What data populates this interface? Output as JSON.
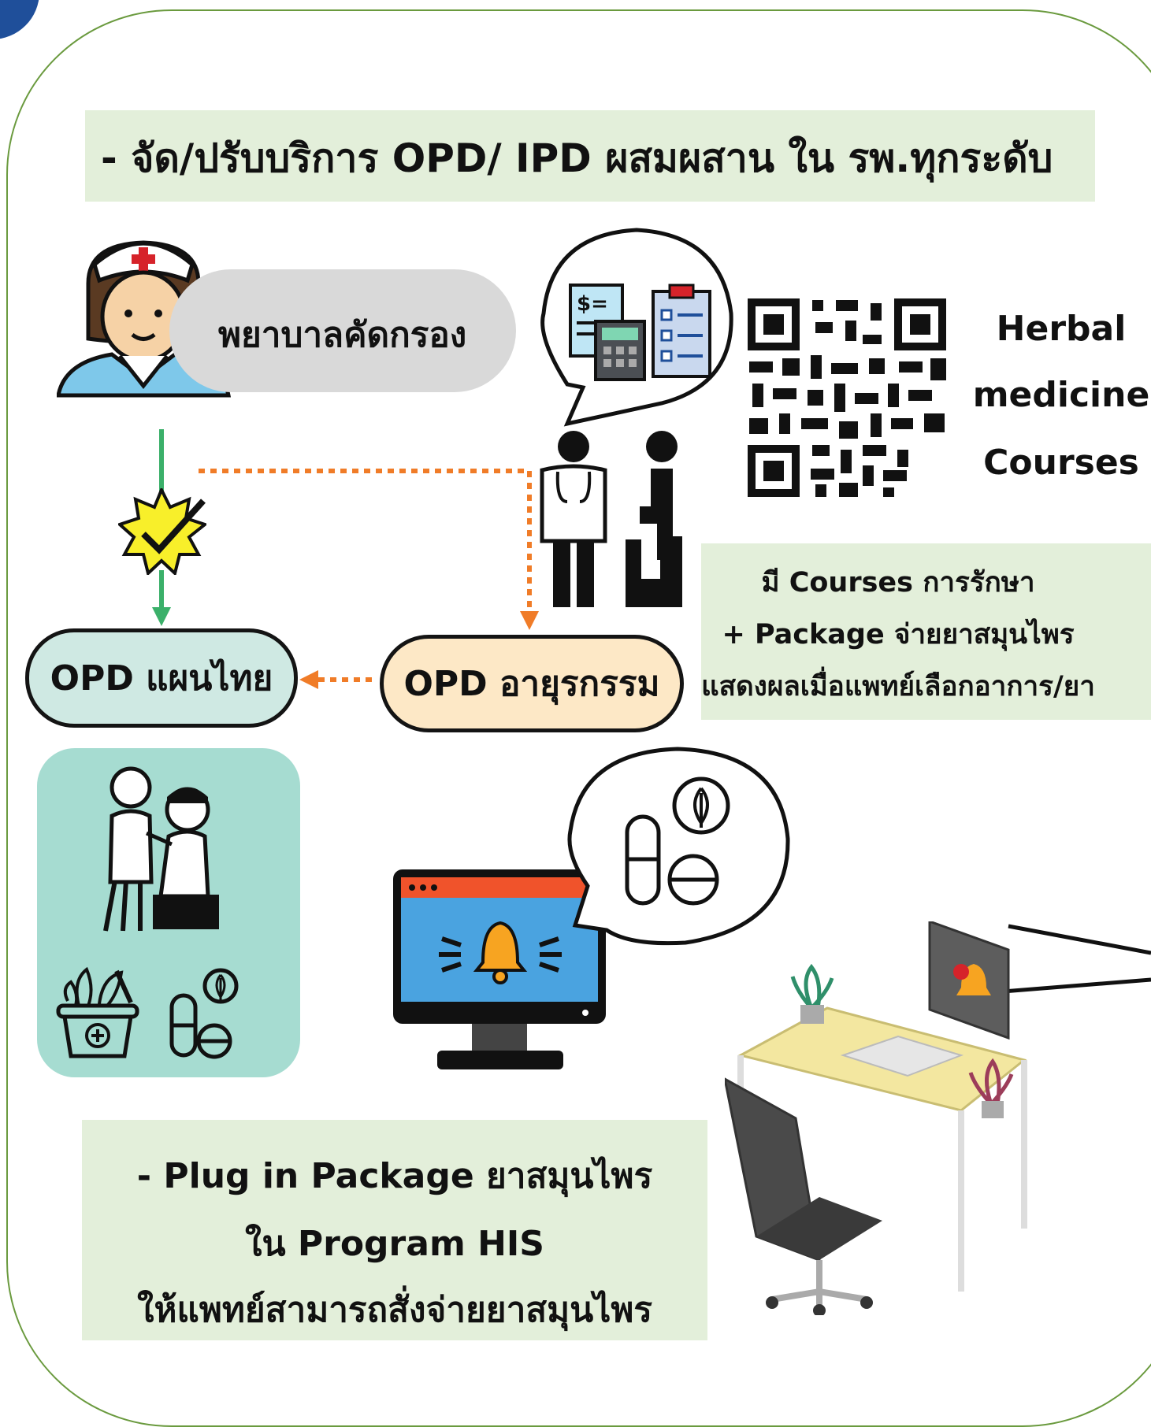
{
  "banner": {
    "text": "- จัด/ปรับบริการ OPD/ IPD ผสมผสาน ใน รพ.ทุกระดับ"
  },
  "screening": {
    "label": "พยาบาลคัดกรอง"
  },
  "qr": {
    "lines": [
      "Herbal",
      "medicine",
      "Courses"
    ]
  },
  "nodes": {
    "opd_thai": "OPD แผนไทย",
    "opd_ayur": "OPD อายุรกรรม"
  },
  "note_courses": {
    "line1": "มี Courses การรักษา",
    "line2": "+ Package จ่ายยาสมุนไพร",
    "line3": "แสดงผลเมื่อแพทย์เลือกอาการ/ยา"
  },
  "note_plugin": {
    "line1": "- Plug in Package ยาสมุนไพร",
    "line2": "ใน Program HIS",
    "line3": "ให้แพทย์สามารถสั่งจ่ายยาสมุนไพร"
  },
  "colors": {
    "frame": "#6a9a3e",
    "green_arrow": "#3bb06a",
    "orange_dotted": "#f07c28",
    "banner_bg": "#e3efda",
    "teal_box": "#a6dcd1",
    "opd_thai_bg": "#cfe9e3",
    "opd_ayur_bg": "#fde8c6",
    "corner": "#1f4f9a"
  },
  "icons": [
    "nurse-icon",
    "checkmark-badge-icon",
    "billing-calculator-icon",
    "clipboard-checklist-icon",
    "doctor-icon",
    "seated-patient-icon",
    "qr-code-icon",
    "doctor-patient-icon",
    "herbal-mortar-icon",
    "capsule-pill-icon",
    "leaf-icon",
    "monitor-bell-icon",
    "office-desk-icon"
  ]
}
